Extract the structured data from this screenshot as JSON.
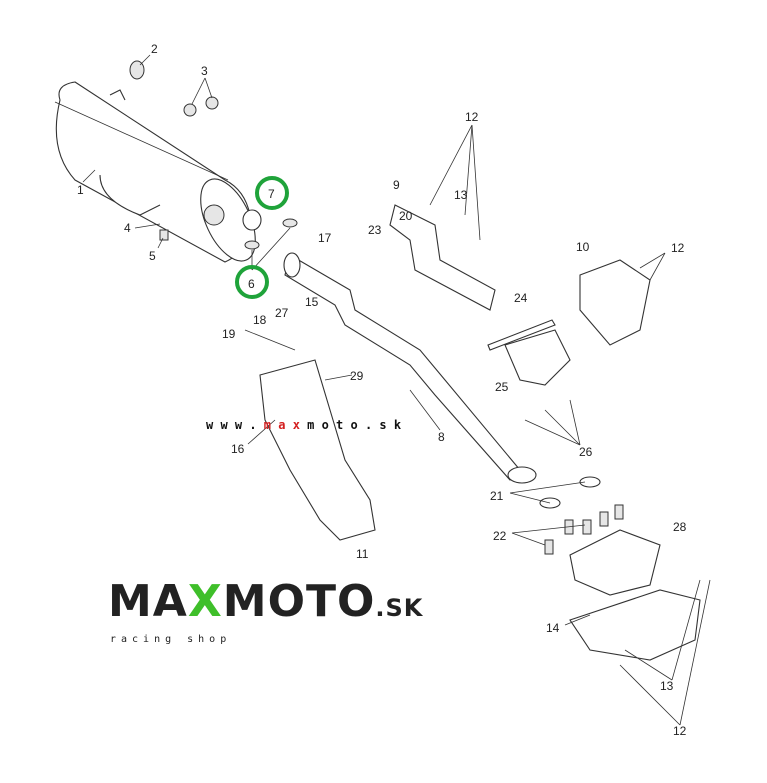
{
  "diagram": {
    "title": "Exhaust system parts diagram",
    "labels": [
      "1",
      "2",
      "3",
      "4",
      "5",
      "6",
      "7",
      "8",
      "9",
      "10",
      "11",
      "12",
      "13",
      "14",
      "15",
      "16",
      "17",
      "18",
      "19",
      "20",
      "21",
      "22",
      "23",
      "24",
      "25",
      "26",
      "27",
      "28",
      "29"
    ],
    "highlight_color": "#1fa33a",
    "website_prefix": "w w w . ",
    "website_accent": "m a x",
    "website_suffix": " m o t o . s k",
    "accent_color": "#d42020",
    "logo": {
      "part1": "MA",
      "part2": "X",
      "part3": "MOTO",
      "domain": ".SK",
      "tagline": "racing shop",
      "accent": "#3fbf2a"
    }
  }
}
